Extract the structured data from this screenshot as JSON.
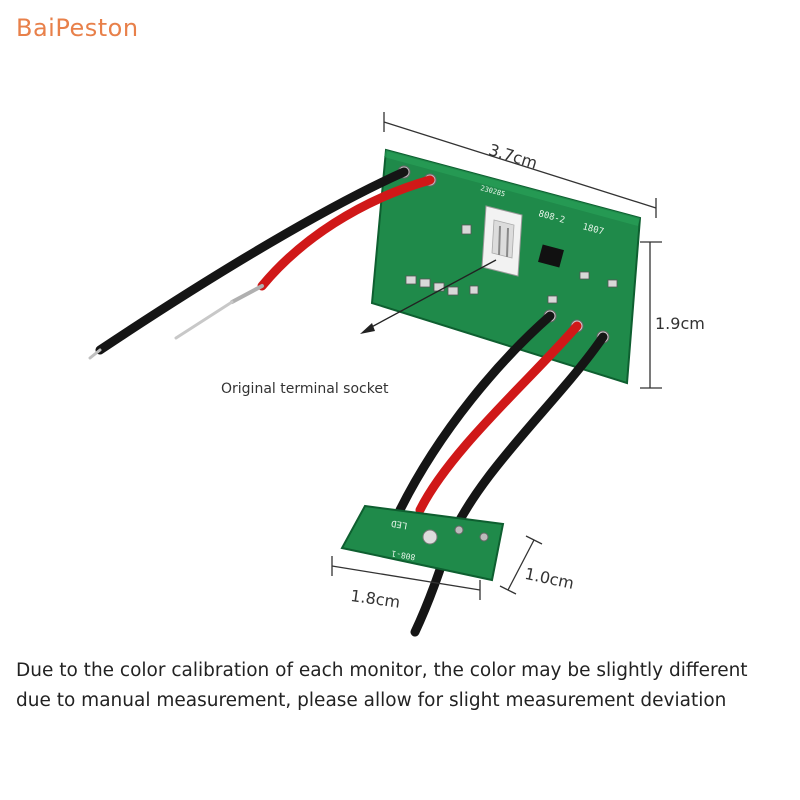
{
  "brand": "BaiPeston",
  "dimensions": {
    "main_width": "3.7cm",
    "main_height": "1.9cm",
    "small_width": "1.8cm",
    "small_height": "1.0cm"
  },
  "caption": "Original terminal socket",
  "board_labels": {
    "main_model": "808-2",
    "main_date": "1807",
    "main_code": "230285",
    "small_model": "808-1",
    "small_led": "LED"
  },
  "note": {
    "line1": "Due to the color calibration of each monitor, the color may be slightly different",
    "line2": "due to manual measurement, please allow for slight measurement deviation"
  },
  "colors": {
    "brand": "#e8804a",
    "pcb": "#1f8a4a",
    "wire_red": "#d01818",
    "wire_black": "#151515"
  }
}
